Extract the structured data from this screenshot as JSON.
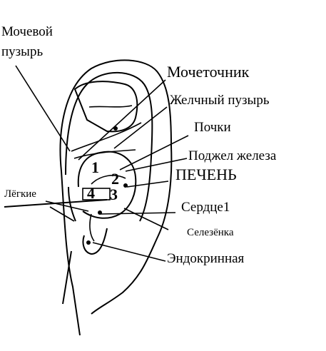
{
  "diagram": {
    "labels": {
      "bladder_line1": "Мочевой",
      "bladder_line2": "пузырь",
      "ureter": "Мочеточник",
      "gallbladder": "Желчный пузырь",
      "kidneys": "Почки",
      "pancreas": "Поджел железа",
      "liver": "ПЕЧЕНЬ",
      "lungs": "Лёгкие",
      "heart": "Сердце1",
      "spleen": "Селезёнка",
      "endocrine": "Эндокринная"
    },
    "numbers": {
      "n1": "1",
      "n2": "2",
      "n3": "3",
      "n4": "4"
    }
  }
}
